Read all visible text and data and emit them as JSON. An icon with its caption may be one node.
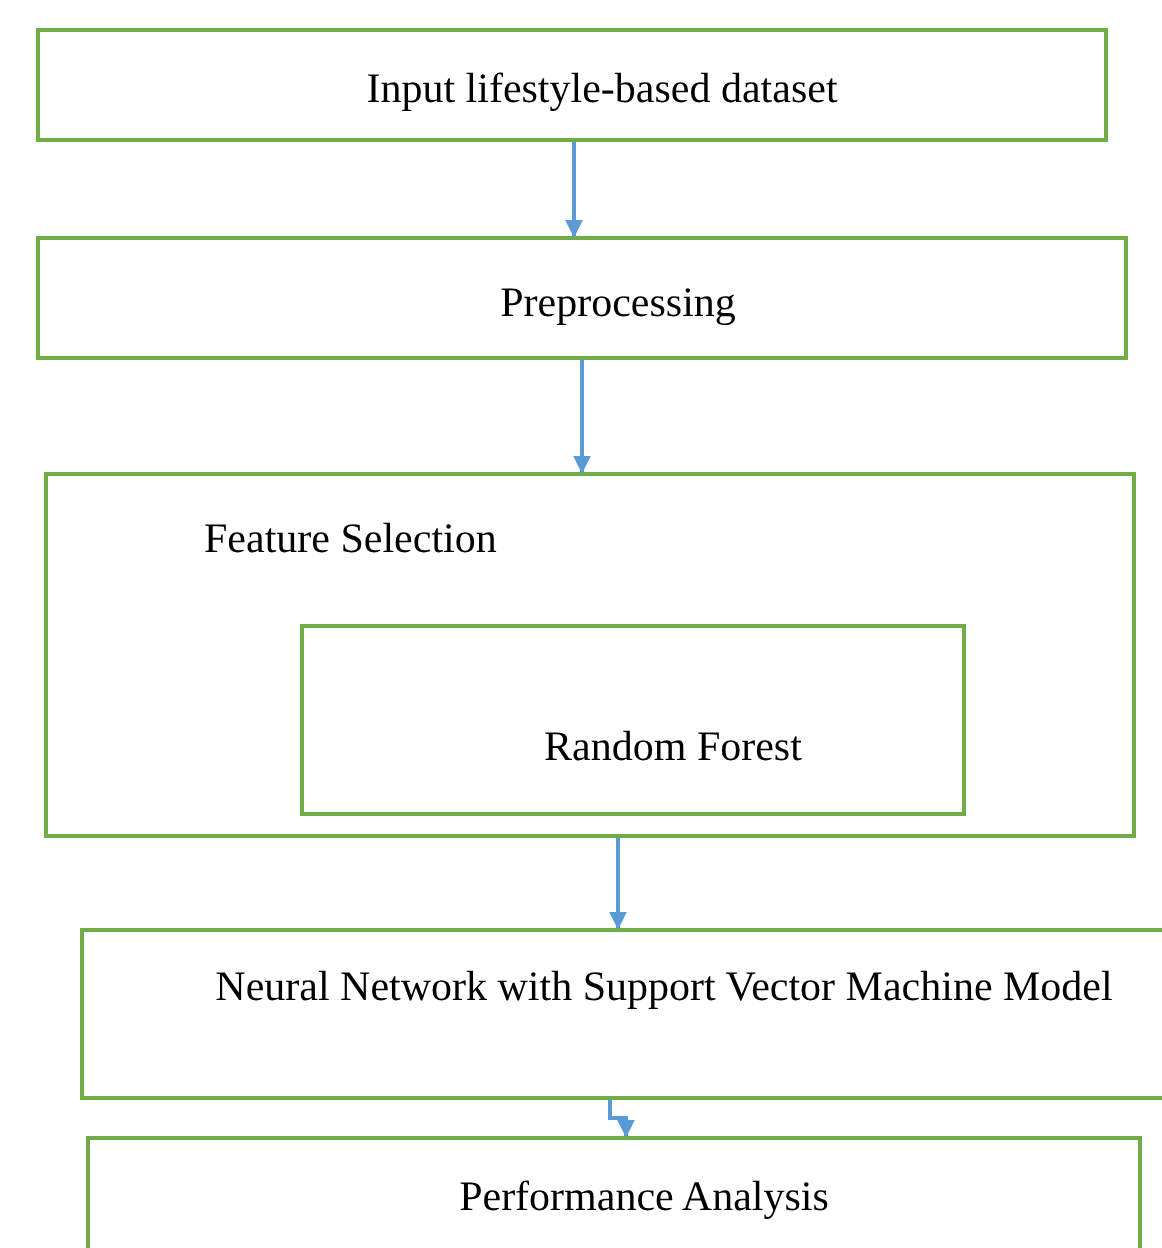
{
  "diagram": {
    "nodes": [
      {
        "text": [
          "Input lifestyle-based dataset"
        ]
      },
      {
        "text": [
          "Preprocessing"
        ]
      },
      {
        "text": [
          "Feature Selection"
        ]
      },
      {
        "text": [
          "Random Forest"
        ],
        "in": 2
      },
      {
        "text": [
          "Neural Network with Support Vector Machine Model"
        ]
      },
      {
        "text": [
          "Performance Analysis"
        ]
      }
    ],
    "edges": [
      {
        "from": 0,
        "to": 1,
        "arrow": "to"
      },
      {
        "from": 1,
        "to": 2,
        "arrow": "to"
      },
      {
        "from": 2,
        "to": 4,
        "arrow": "to"
      },
      {
        "from": 4,
        "to": 5,
        "arrow": "to"
      }
    ]
  }
}
